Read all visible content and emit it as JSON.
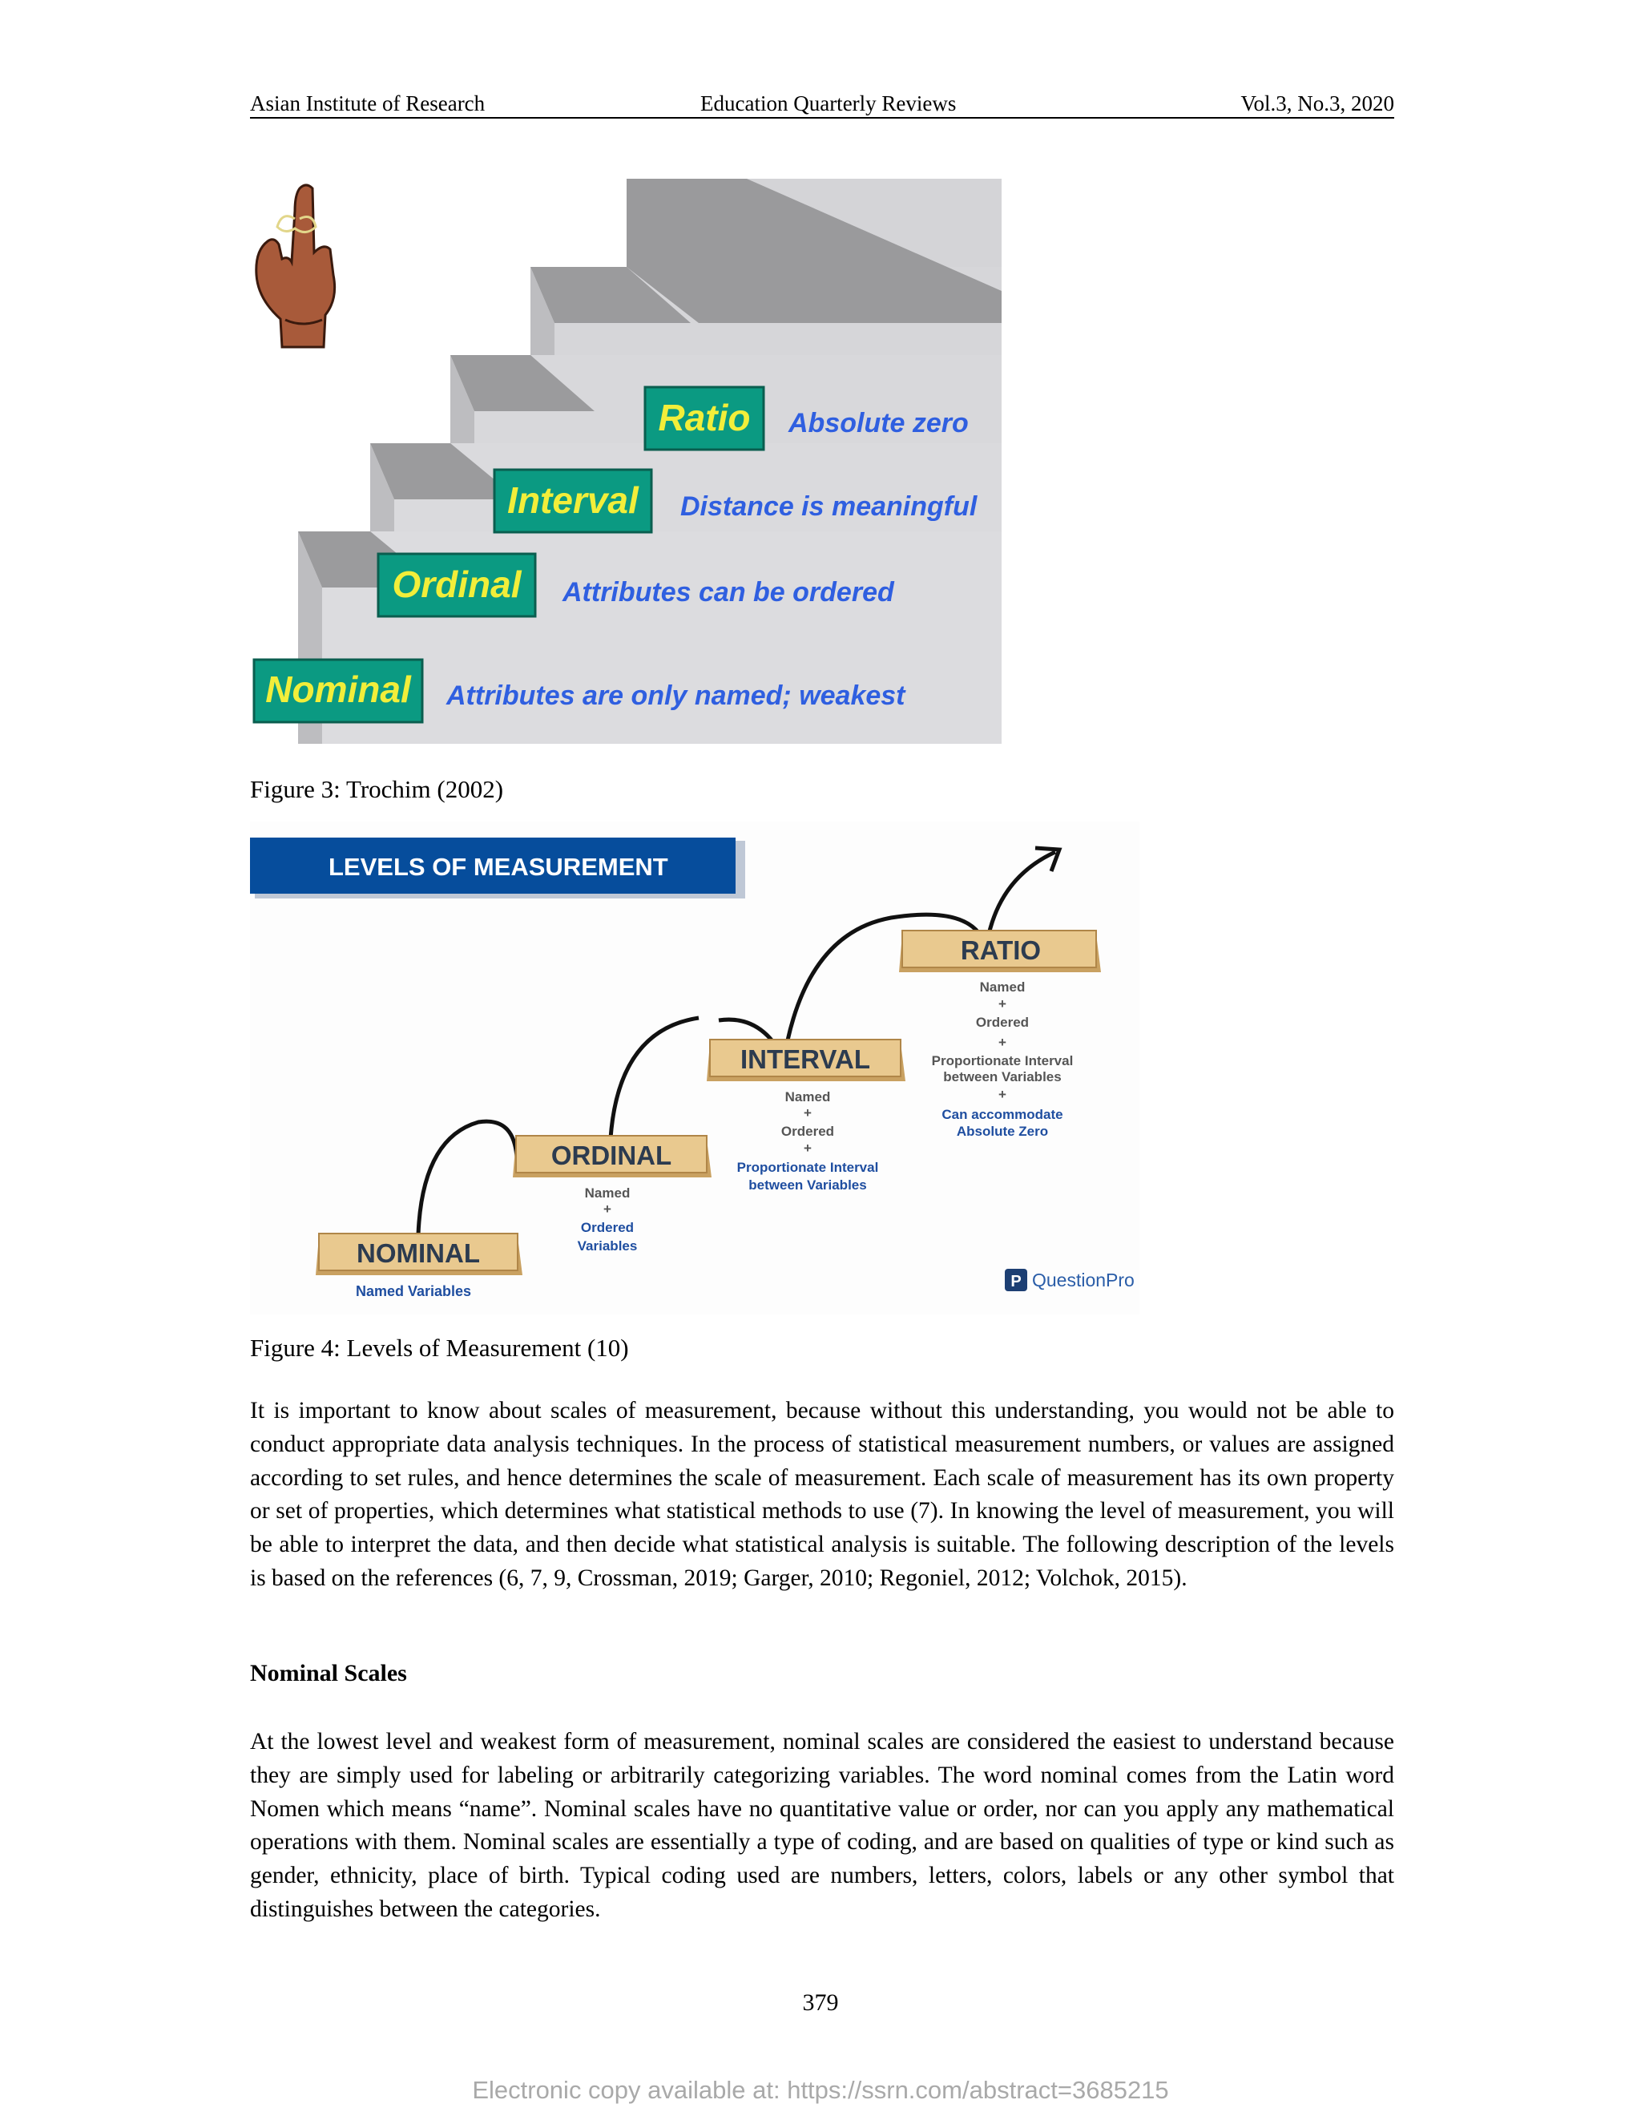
{
  "header": {
    "left": "Asian Institute of Research",
    "center": "Education Quarterly Reviews",
    "right": "Vol.3, No.3, 2020"
  },
  "figure3": {
    "caption": "Figure 3: Trochim (2002)",
    "steps": [
      {
        "label": "Nominal",
        "desc": "Attributes are only named; weakest"
      },
      {
        "label": "Ordinal",
        "desc": "Attributes can be ordered"
      },
      {
        "label": "Interval",
        "desc": "Distance is meaningful"
      },
      {
        "label": "Ratio",
        "desc": "Absolute zero"
      }
    ],
    "colors": {
      "label_bg": "#0b9a82",
      "label_text": "#f2ee3a",
      "desc_text": "#2f5fe0",
      "stair_face": "#d9d9dc",
      "stair_top": "#9a9a9c"
    }
  },
  "figure4": {
    "caption": "Figure 4: Levels of Measurement (10)",
    "banner": "LEVELS OF MEASUREMENT",
    "levels": [
      {
        "name": "NOMINAL",
        "lines": [
          "Named Variables"
        ]
      },
      {
        "name": "ORDINAL",
        "lines": [
          "Named",
          "+",
          "Ordered",
          "Variables"
        ]
      },
      {
        "name": "INTERVAL",
        "lines": [
          "Named",
          "+",
          "Ordered",
          "+",
          "Proportionate Interval",
          "between Variables"
        ]
      },
      {
        "name": "RATIO",
        "lines": [
          "Named",
          "+",
          "Ordered",
          "+",
          "Proportionate Interval",
          "between Variables",
          "+",
          "Can accommodate",
          "Absolute Zero"
        ]
      }
    ],
    "brand": "QuestionPro",
    "colors": {
      "banner_bg": "#064d9c",
      "plank": "#e9c98f",
      "plank_dark": "#c9a161",
      "name_text": "#2c3b4f",
      "blue_text": "#1f4ea0"
    }
  },
  "body": {
    "paragraph1": "It is important to know about scales of measurement, because without this understanding, you would not be able to conduct appropriate data analysis techniques.  In the process of statistical measurement numbers, or values are assigned according to set rules, and hence determines the scale of measurement.  Each scale of measurement has its own property or set of properties, which determines what statistical methods to use (7). In knowing the level of measurement, you will be able to interpret the data, and then decide what statistical analysis is suitable. The following description of the levels is based on the references (6, 7, 9, Crossman, 2019; Garger, 2010; Regoniel, 2012; Volchok, 2015).",
    "heading": "Nominal Scales",
    "paragraph2": "At the lowest level and weakest form of measurement, nominal scales are considered the easiest to understand because they are simply used for labeling or arbitrarily categorizing variables.  The word nominal comes from the Latin word Nomen which means “name”. Nominal scales have no quantitative value or order, nor can you apply any mathematical operations with them.   Nominal scales are essentially a type of coding, and are based on qualities of type or kind such as gender, ethnicity, place of birth. Typical coding used are numbers, letters, colors, labels or any other symbol that distinguishes between the categories."
  },
  "page_number": "379",
  "footer": "Electronic copy available at: https://ssrn.com/abstract=3685215"
}
